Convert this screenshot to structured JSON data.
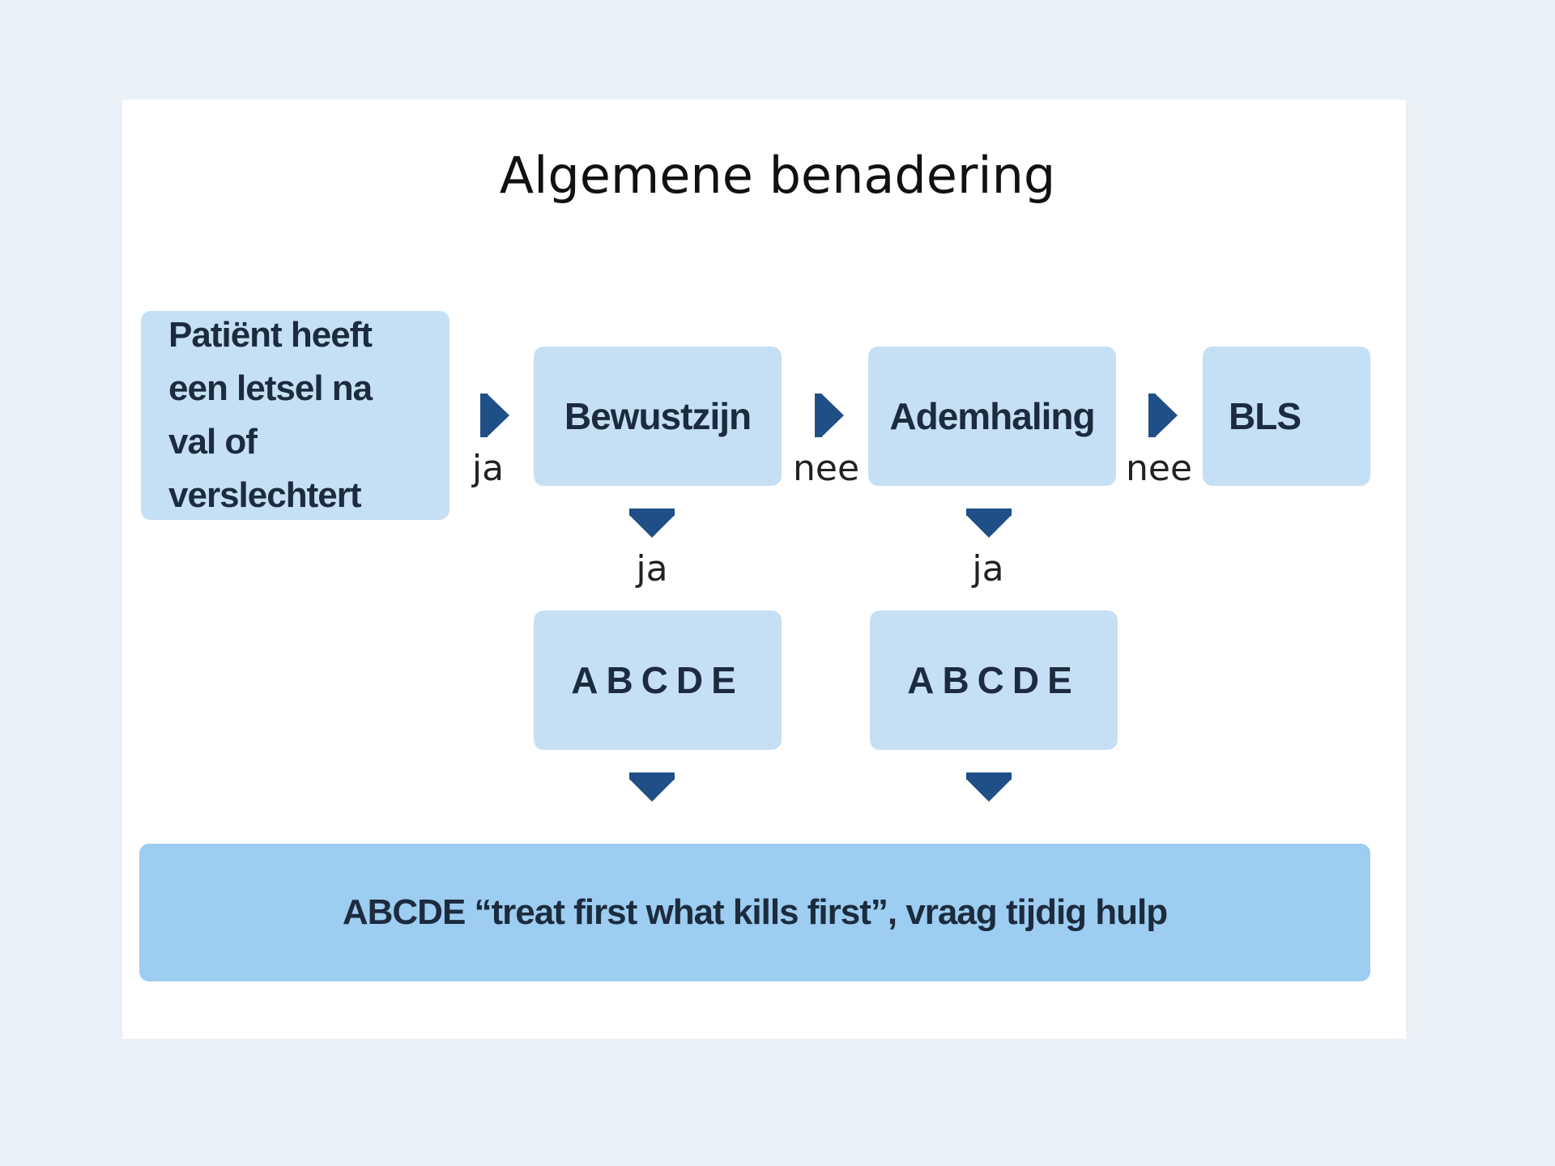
{
  "title": "Algemene benadering",
  "nodes": {
    "start": "Patiënt heeft een letsel na val of verslechtert",
    "consciousness": "Bewustzijn",
    "breathing": "Ademhaling",
    "bls": "BLS",
    "abcde_1": "ABCDE",
    "abcde_2": "ABCDE",
    "final": "ABCDE “treat first what kills first”, vraag tijdig hulp"
  },
  "labels": {
    "start_to_consciousness": "ja",
    "consciousness_to_breathing": "nee",
    "breathing_to_bls": "nee",
    "consciousness_down": "ja",
    "breathing_down": "ja"
  },
  "colors": {
    "box": "#c5e0f5",
    "final_box": "#9dcdf0",
    "arrow": "#1f4f86"
  }
}
